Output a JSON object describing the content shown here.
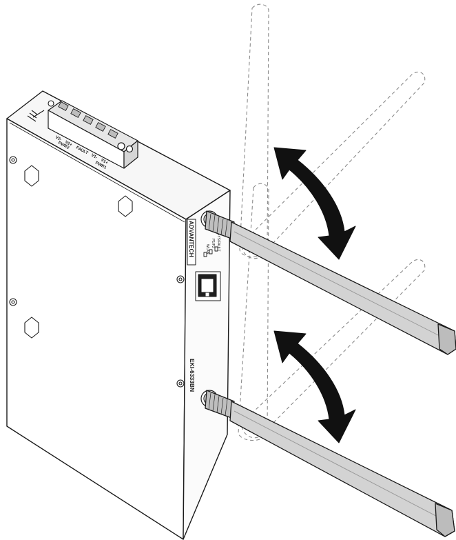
{
  "device": {
    "brand": "ADVANTECH",
    "model": "EKI-6333BN",
    "terminal_labels": [
      "V2-",
      "V2+",
      "FAULT",
      "V1-",
      "V1+"
    ],
    "terminal_group_labels": [
      "PWR2",
      "PWR1"
    ],
    "led_labels": [
      "SYS/FAULT",
      "P1/P2",
      "WLAN"
    ]
  },
  "colors": {
    "outline": "#1a1a1a",
    "antenna_fill": "#d3d3d3",
    "antenna_dark": "#9a9a9a",
    "terminal_fill": "#e6e6e6",
    "dashed_ghost": "#8a8a8a",
    "arrow_fill": "#111111"
  },
  "icons": [
    "ground-icon",
    "arrow-rotate-icon"
  ]
}
